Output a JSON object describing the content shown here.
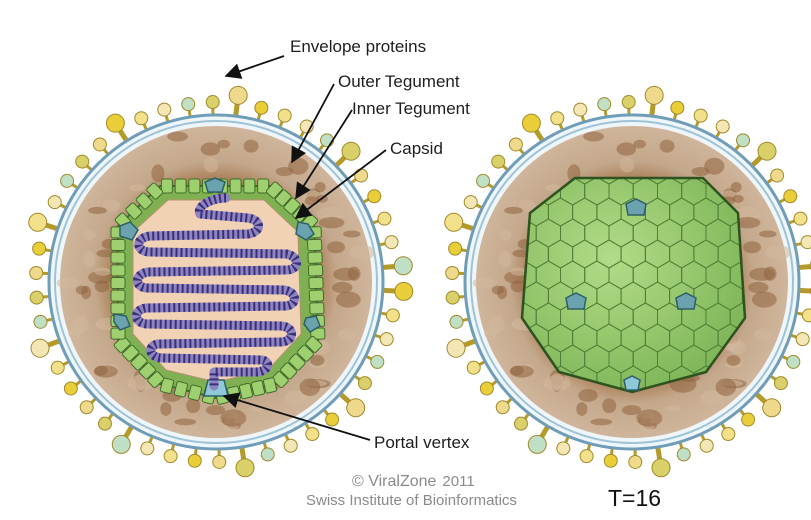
{
  "labels": {
    "envelope_proteins": "Envelope proteins",
    "outer_tegument": "Outer Tegument",
    "inner_tegument": "Inner Tegument",
    "capsid": "Capsid",
    "portal_vertex": "Portal vertex"
  },
  "credit": {
    "line1_name": "© ViralZone",
    "line1_year": "2011",
    "line2": "Swiss Institute of Bioinformatics"
  },
  "triangulation": "T=16",
  "colors": {
    "tegument_outer": "#c4a88c",
    "tegument_inner": "#a97c55",
    "membrane": "#6f9db8",
    "capsid_green": "#8cc063",
    "capsid_dark": "#3f6b2a",
    "penton_blue": "#6aa3ad",
    "dna": "#4b3f8c",
    "envelope_protein": "#e8cf3a"
  }
}
